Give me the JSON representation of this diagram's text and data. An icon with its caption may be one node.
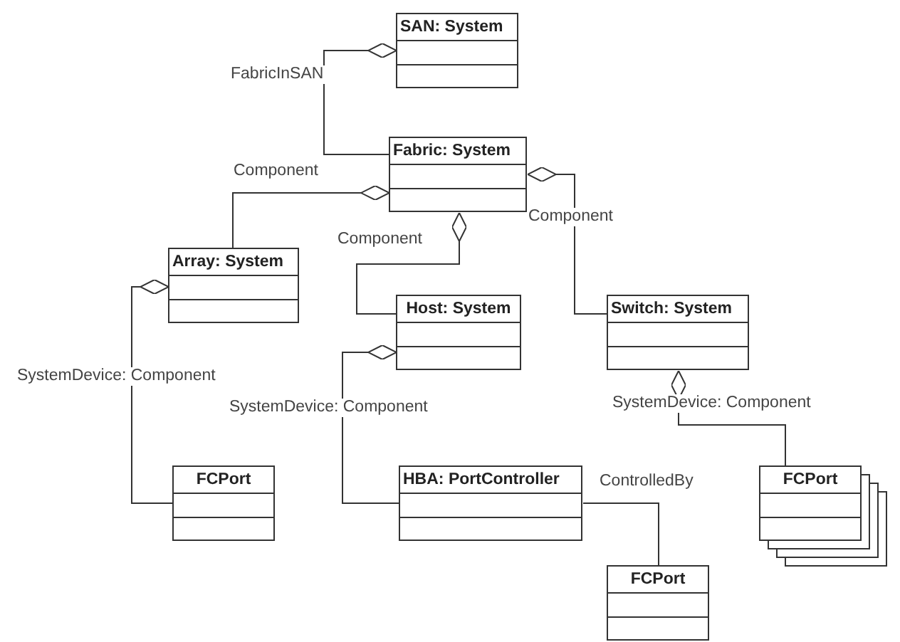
{
  "diagram": {
    "nodes": [
      {
        "text": [
          "SAN: System"
        ]
      },
      {
        "text": [
          "Fabric: System"
        ]
      },
      {
        "text": [
          "Array: System"
        ]
      },
      {
        "text": [
          "Host: System"
        ]
      },
      {
        "text": [
          "Switch: System"
        ]
      },
      {
        "text": [
          "FCPort"
        ]
      },
      {
        "text": [
          "HBA: PortController"
        ]
      },
      {
        "text": [
          "FCPort"
        ]
      },
      {
        "text": [
          "FCPort"
        ]
      }
    ],
    "edges": [
      {
        "from": 1,
        "to": 0,
        "arrow": "other",
        "label": "FabricInSAN"
      },
      {
        "from": 2,
        "to": 1,
        "arrow": "other",
        "label": "Component"
      },
      {
        "from": 3,
        "to": 1,
        "arrow": "other",
        "label": "Component"
      },
      {
        "from": 4,
        "to": 1,
        "arrow": "other",
        "label": "Component"
      },
      {
        "from": 5,
        "to": 2,
        "arrow": "other",
        "label": "SystemDevice: Component"
      },
      {
        "from": 6,
        "to": 3,
        "arrow": "other",
        "label": "SystemDevice: Component"
      },
      {
        "from": 7,
        "to": 4,
        "arrow": "other",
        "label": "SystemDevice: Component"
      },
      {
        "from": 6,
        "to": 8,
        "arrow": "none",
        "label": "ControlledBy"
      }
    ]
  }
}
